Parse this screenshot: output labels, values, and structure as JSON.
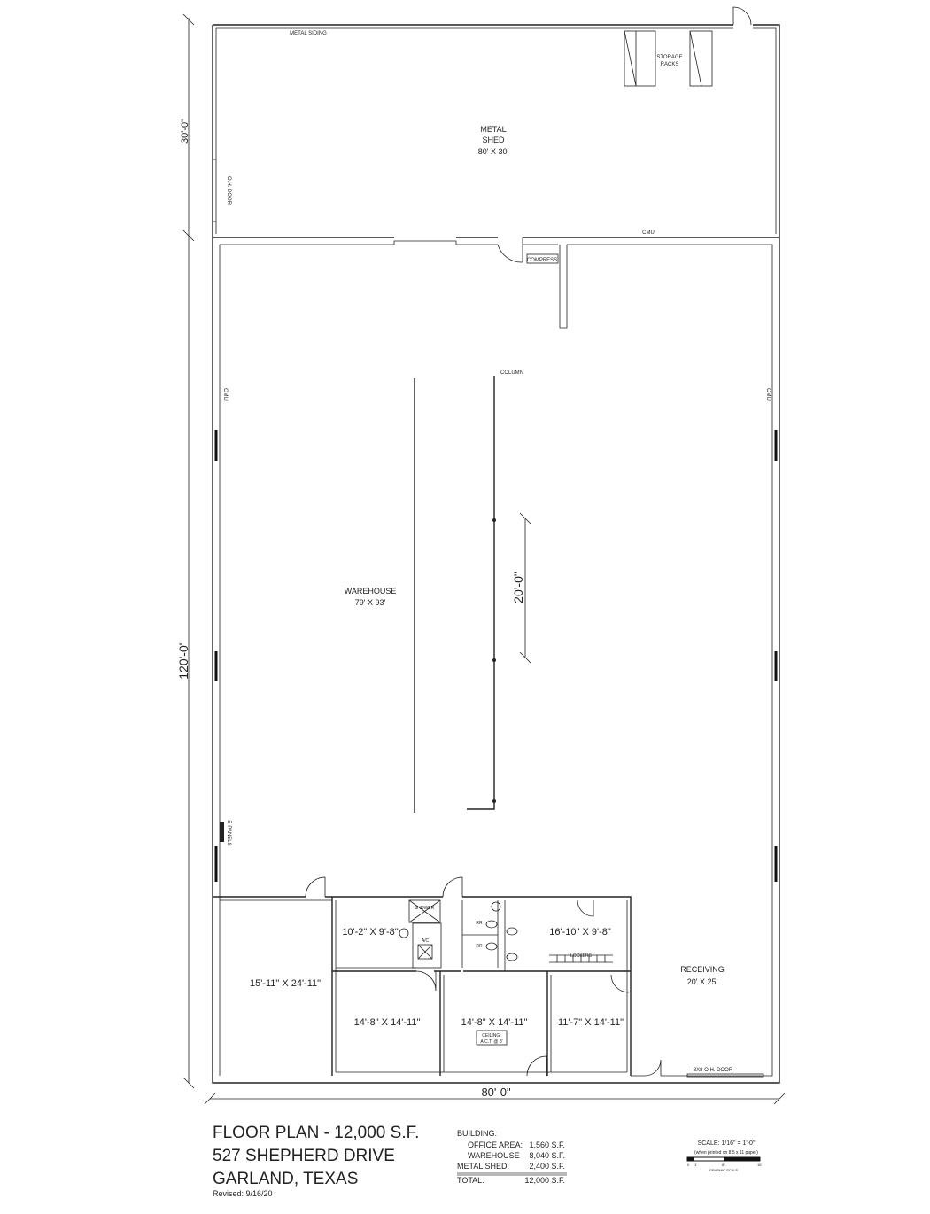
{
  "plan": {
    "dimensions": {
      "shed_depth": "30'-0\"",
      "warehouse_depth": "120'-0\"",
      "width": "80'-0\"",
      "column_spacing": "20'-0\""
    },
    "labels": {
      "metal_siding": "METAL SIDING",
      "storage_racks_1": "STORAGE",
      "storage_racks_2": "RACKS",
      "metal_shed_1": "METAL",
      "metal_shed_2": "SHED",
      "metal_shed_size": "80' X 30'",
      "oh_door": "O.H. DOOR",
      "cmu_top": "CMU",
      "cmu_left": "CMU",
      "cmu_right": "CMU",
      "compress": "COMPRESS",
      "column": "COLUMN",
      "warehouse": "WAREHOUSE",
      "warehouse_size": "79' X 93'",
      "e_panels": "E-PANELS",
      "receiving": "RECEIVING",
      "receiving_size": "20' X 25'",
      "oh_door_8x8": "8X8 O.H. DOOR",
      "shower": "SHOWER",
      "ac": "A/C",
      "rr1": "RR",
      "rr2": "RR",
      "lockers": "LOCKERS",
      "ceiling_1": "CEILING:",
      "ceiling_2": "A.C.T. @ 8'"
    },
    "rooms": [
      "15'-11\" X 24'-11\"",
      "10'-2\" X 9'-8\"",
      "16'-10\" X 9'-8\"",
      "14'-8\" X 14'-11\"",
      "14'-8\" X 14'-11\"",
      "11'-7\" X 14'-11\""
    ]
  },
  "title_block": {
    "title": "FLOOR PLAN - 12,000 S.F.",
    "address": "527 SHEPHERD DRIVE",
    "city": "GARLAND, TEXAS",
    "revised": "Revised: 9/16/20"
  },
  "areas": {
    "heading": "BUILDING:",
    "rows": [
      {
        "label": "OFFICE AREA:",
        "value": "1,560 S.F."
      },
      {
        "label": "WAREHOUSE",
        "value": "8,040 S.F."
      },
      {
        "label": "METAL SHED:",
        "value": "2,400 S.F."
      }
    ],
    "total_label": "TOTAL:",
    "total_value": "12,000 S.F."
  },
  "scale": {
    "label": "SCALE: 1/16\" = 1'-0\"",
    "note": "(when printed on 8.5 x 11 paper)",
    "graphic": "GRAPHIC SCALE",
    "ticks": [
      "0",
      "1'",
      "8'",
      "16'"
    ]
  }
}
